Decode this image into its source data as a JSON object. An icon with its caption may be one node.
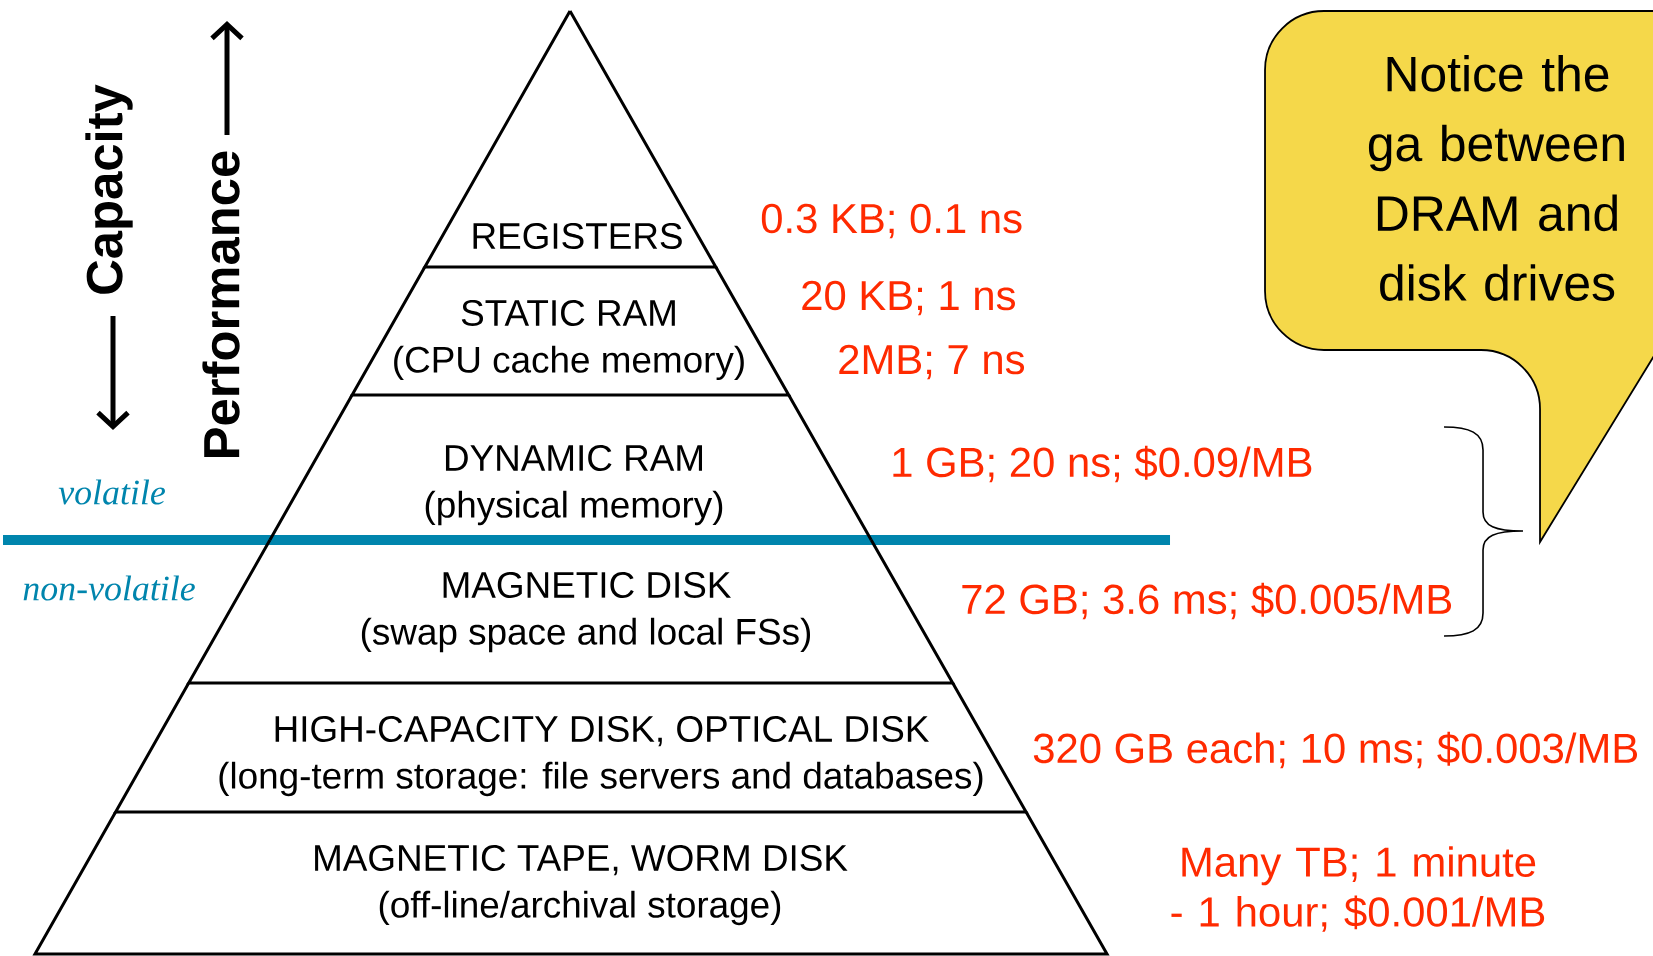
{
  "diagram": {
    "nodes": [
      {
        "text": [
          "REGISTERS"
        ],
        "beside": [
          "0.3 KB; 0.1 ns"
        ]
      },
      {
        "text": [
          "STATIC RAM",
          "(CPU cache memory)"
        ],
        "beside": [
          "20 KB; 1 ns",
          "2MB; 7 ns"
        ]
      },
      {
        "text": [
          "DYNAMIC RAM",
          "(physical memory)"
        ],
        "beside": [
          "1 GB; 20 ns; $0.09/MB"
        ]
      },
      {
        "text": [
          "MAGNETIC DISK",
          "(swap space and local FSs)"
        ],
        "beside": [
          "72 GB; 3.6 ms; $0.005/MB"
        ]
      },
      {
        "text": [
          "HIGH-CAPACITY DISK, OPTICAL DISK",
          "(long-term storage: file servers and databases)"
        ],
        "beside": [
          "320 GB each; 10 ms; $0.003/MB"
        ]
      },
      {
        "text": [
          "MAGNETIC TAPE, WORM DISK",
          "(off-line/archival storage)"
        ],
        "beside": [
          "Many TB; 1 minute - 1 hour; $0.001/MB"
        ]
      },
      {
        "text": [
          "Notice the ga between DRAM and disk drives"
        ]
      }
    ],
    "labels": [
      "Capacity",
      "Performance",
      "volatile",
      "non-volatile"
    ]
  }
}
